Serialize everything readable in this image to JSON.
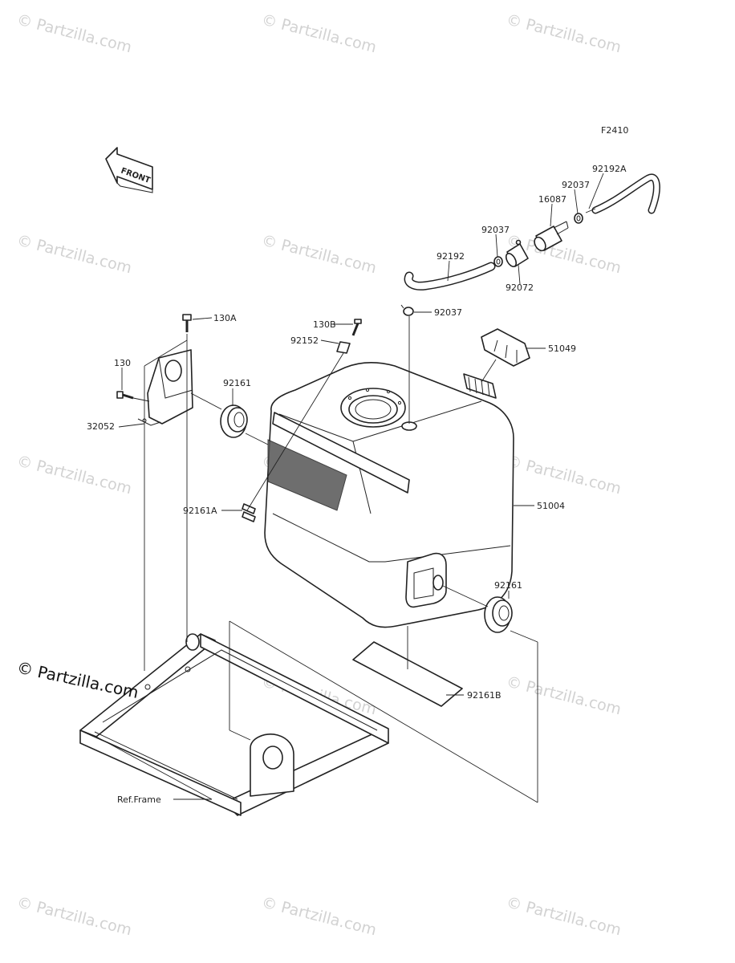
{
  "figure_code": "F2410",
  "front_arrow_text": "FRONT",
  "watermark": "© Partzilla.com",
  "watermark_main": "© Partzilla.com",
  "callouts": {
    "hose_a": "92192A",
    "clamp_top": "92037",
    "filter": "16087",
    "clamp_mid": "92037",
    "hose": "92192",
    "joint": "92072",
    "clamp_tank": "92037",
    "bolt_a": "130A",
    "bolt_b": "130B",
    "collar": "92152",
    "cap": "51049",
    "bolt": "130",
    "damper_top": "92161",
    "bracket": "32052",
    "tank": "51004",
    "damper_a": "92161A",
    "damper_side": "92161",
    "pad": "92161B",
    "ref_frame": "Ref.Frame"
  }
}
